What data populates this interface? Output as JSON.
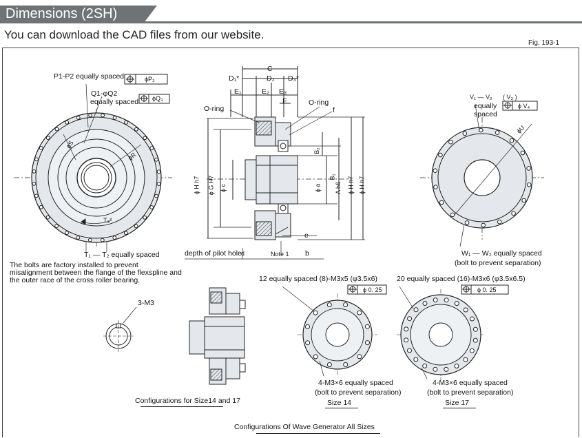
{
  "header": {
    "title": "Dimensions (2SH)",
    "subtitle": "You can download the CAD files from our website.",
    "figure_number": "Fig. 193-1"
  },
  "front_view": {
    "p_label": "P1-P2 equally spaced",
    "p_tol": "ϕP₃",
    "q_label_1": "Q1-φQ2",
    "q_label_2": "equally spaced",
    "q_tol": "ϕQ₃",
    "s_label": "ϕS",
    "r_label": "ϕR",
    "t3_label": "T₃°",
    "t_label": "T₁ — T₂ equally spaced",
    "note": "The bolts are factory installed to prevent misalignment between the flange of the flexspline and the outer race of the cross roller bearing."
  },
  "section_view": {
    "dims_top": [
      "C",
      "D₁*",
      "D₂",
      "D₃*",
      "E₁",
      "E₂",
      "E₃",
      "F"
    ],
    "oring_left": "O-ring",
    "oring_right": "O-ring",
    "f_label": "f",
    "b2_label": "B₂",
    "b1_label": "B₁",
    "left_dims": [
      "ϕ H h7",
      "ϕ G H7",
      "ϕ c"
    ],
    "right_dims": [
      "ϕ a",
      "A h6",
      "ϕ H h7",
      "ϕ H h7"
    ],
    "e_label": "e",
    "pilot_label": "depth of pilot hole",
    "d_label": "d",
    "note1": "Note 1",
    "b_label": "b"
  },
  "back_view": {
    "v_label": "V₁ — V₂",
    "v_paren": "( V₃ )",
    "v_equal": "equally",
    "v_spaced": "spaced",
    "v_tol": "ϕ V₄",
    "u_label": "ϕU",
    "w_label": "W₁ — W₂ equally spaced",
    "w_note": "(bolt to prevent separation)"
  },
  "small_views": {
    "m3_label": "3-M3",
    "config_caption": "Configurations for Size14 and 17",
    "size14_top": "12 equally spaced (8)-M3x5 (φ3.5x6)",
    "size14_tol": "ϕ 0. 25",
    "size14_bottom": "4-M3×6 equally spaced",
    "size14_note": "(bolt to prevent separation)",
    "size14_caption": "Size 14",
    "size17_top": "20 equally spaced (16)-M3x6 (φ3.5x6.5)",
    "size17_tol": "ϕ 0. 25",
    "size17_bottom": "4-M3×6 equally spaced",
    "size17_note": "(bolt to prevent separation)",
    "size17_caption": "Size 17",
    "wave_caption": "Configurations Of Wave Generator All Sizes"
  },
  "colors": {
    "header_bg": "#6f7376",
    "part_fill": "#e4e8ec",
    "line": "#222222"
  }
}
